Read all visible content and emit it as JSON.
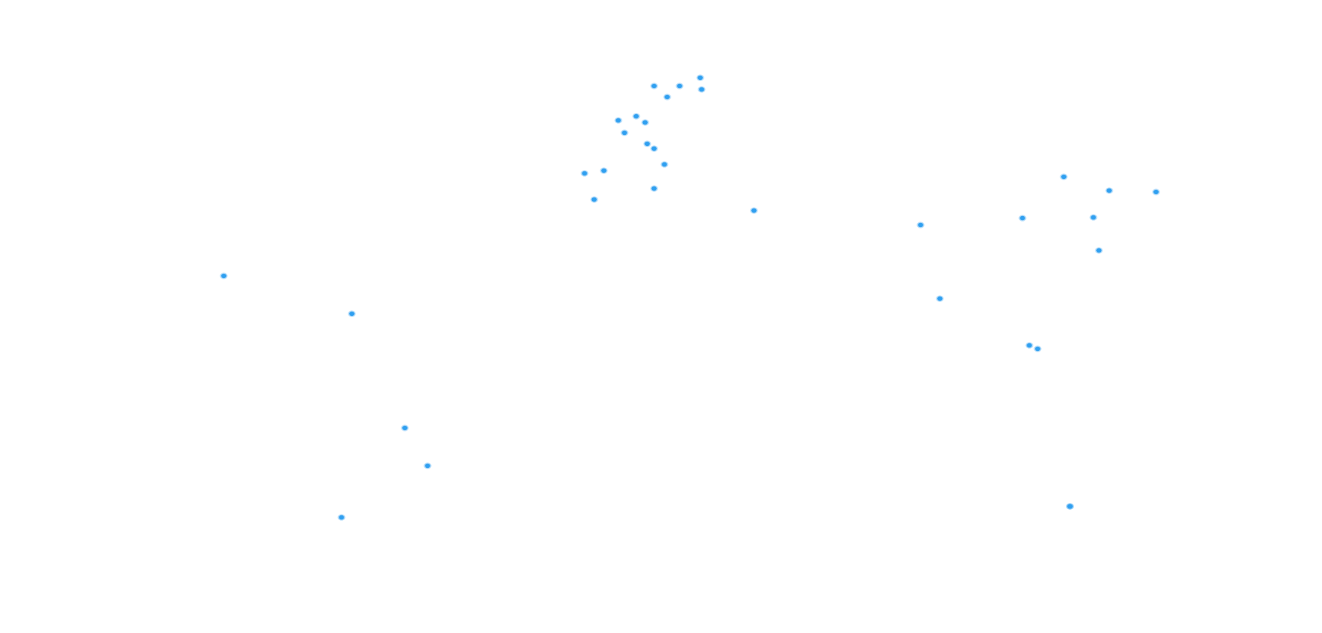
{
  "map": {
    "background_color": "#ffffff",
    "marker_color": "#2f9ff0",
    "marker_icon": "dot-marker-icon",
    "markers": [
      {
        "id": "m01"
      },
      {
        "id": "m02"
      },
      {
        "id": "m03"
      },
      {
        "id": "m04"
      },
      {
        "id": "m05"
      },
      {
        "id": "m06"
      },
      {
        "id": "m07"
      },
      {
        "id": "m08"
      },
      {
        "id": "m09"
      },
      {
        "id": "m10"
      },
      {
        "id": "m11"
      },
      {
        "id": "m12"
      },
      {
        "id": "m13"
      },
      {
        "id": "m14"
      },
      {
        "id": "m15"
      },
      {
        "id": "m16"
      },
      {
        "id": "m17"
      },
      {
        "id": "m18"
      },
      {
        "id": "m19"
      },
      {
        "id": "m20"
      },
      {
        "id": "m21"
      },
      {
        "id": "m22"
      },
      {
        "id": "m23"
      },
      {
        "id": "m24"
      },
      {
        "id": "m25"
      },
      {
        "id": "m26"
      },
      {
        "id": "m27"
      },
      {
        "id": "m28"
      },
      {
        "id": "m29"
      },
      {
        "id": "m30"
      },
      {
        "id": "m31"
      },
      {
        "id": "m32"
      },
      {
        "id": "m33"
      },
      {
        "id": "m34"
      }
    ]
  }
}
